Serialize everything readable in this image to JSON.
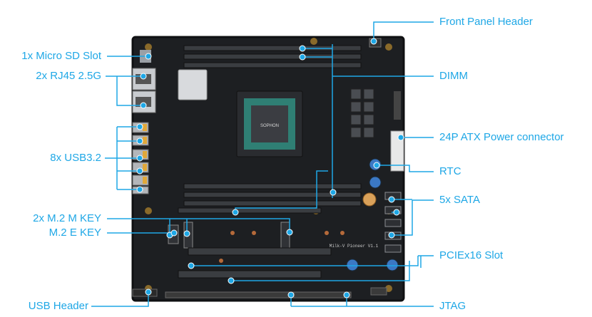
{
  "colors": {
    "accent": "#1ea7e6",
    "board": "#1d1f22",
    "board_edge": "#0f1012",
    "slot": "#3a3d41",
    "soc_substrate": "#2f7f74"
  },
  "board": {
    "name": "Milk-V Pioneer V1.1",
    "soc_mark": "SOPHON"
  },
  "labels_left": [
    {
      "id": "micro-sd",
      "text": "1x Micro SD Slot"
    },
    {
      "id": "rj45",
      "text": "2x RJ45 2.5G"
    },
    {
      "id": "usb32",
      "text": "8x USB3.2"
    },
    {
      "id": "m2-m-key",
      "text": "2x M.2 M KEY"
    },
    {
      "id": "m2-e-key",
      "text": "M.2 E KEY"
    },
    {
      "id": "usb-header",
      "text": "USB Header"
    }
  ],
  "labels_right": [
    {
      "id": "front-panel",
      "text": "Front Panel Header"
    },
    {
      "id": "dimm",
      "text": "DIMM"
    },
    {
      "id": "atx-power",
      "text": "24P ATX Power connector"
    },
    {
      "id": "rtc",
      "text": "RTC"
    },
    {
      "id": "sata",
      "text": "5x SATA"
    },
    {
      "id": "pcie",
      "text": "PCIEx16 Slot"
    },
    {
      "id": "jtag",
      "text": "JTAG"
    }
  ]
}
